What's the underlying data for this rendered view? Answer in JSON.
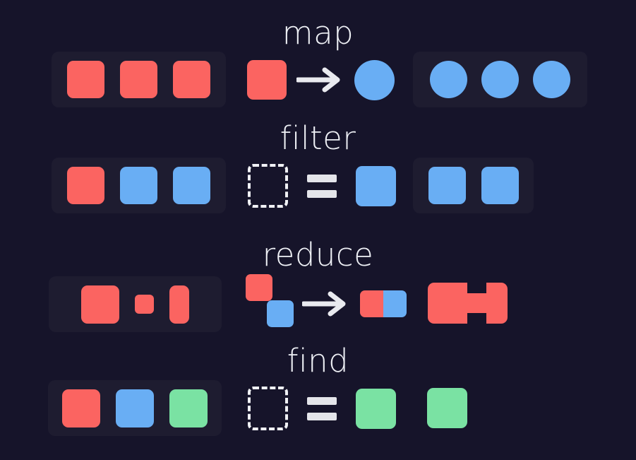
{
  "page": {
    "title": "Array methods illustrated",
    "background_color": "#16142a",
    "panel_color": "#1e1c30",
    "text_color": "#eef0f5"
  },
  "palette": {
    "red": "#fb6461",
    "blue": "#69aef4",
    "green": "#7ae2a3",
    "white": "#e4e5ea"
  },
  "rows": [
    {
      "name": "map",
      "label": "map",
      "input": {
        "has_panel": true,
        "items": [
          {
            "color": "red",
            "shape": "square"
          },
          {
            "color": "red",
            "shape": "square"
          },
          {
            "color": "red",
            "shape": "square"
          }
        ]
      },
      "operation": {
        "kind": "transform",
        "from": {
          "color": "red",
          "shape": "square"
        },
        "glyph": "arrow-right-icon",
        "to": {
          "color": "blue",
          "shape": "circle"
        }
      },
      "output": {
        "has_panel": true,
        "items": [
          {
            "color": "blue",
            "shape": "circle"
          },
          {
            "color": "blue",
            "shape": "circle"
          },
          {
            "color": "blue",
            "shape": "circle"
          }
        ]
      }
    },
    {
      "name": "filter",
      "label": "filter",
      "input": {
        "has_panel": true,
        "items": [
          {
            "color": "red",
            "shape": "square"
          },
          {
            "color": "blue",
            "shape": "square"
          },
          {
            "color": "blue",
            "shape": "square"
          }
        ]
      },
      "operation": {
        "kind": "predicate",
        "from": {
          "color": "none",
          "shape": "dashed-square"
        },
        "glyph": "equals-icon",
        "to": {
          "color": "blue",
          "shape": "square"
        }
      },
      "output": {
        "has_panel": true,
        "items": [
          {
            "color": "blue",
            "shape": "square"
          },
          {
            "color": "blue",
            "shape": "square"
          }
        ]
      }
    },
    {
      "name": "reduce",
      "label": "reduce",
      "input": {
        "has_panel": true,
        "items": [
          {
            "color": "red",
            "shape": "square",
            "size": "large"
          },
          {
            "color": "red",
            "shape": "square",
            "size": "small"
          },
          {
            "color": "red",
            "shape": "square",
            "size": "tall"
          }
        ]
      },
      "operation": {
        "kind": "combine",
        "from": [
          {
            "color": "red",
            "shape": "square"
          },
          {
            "color": "blue",
            "shape": "square"
          }
        ],
        "glyph": "arrow-right-icon",
        "to": [
          {
            "color": "red",
            "shape": "square"
          },
          {
            "color": "blue",
            "shape": "square"
          }
        ]
      },
      "output": {
        "has_panel": false,
        "joined": true,
        "items": [
          {
            "color": "red",
            "shape": "square",
            "size": "large"
          },
          {
            "color": "red",
            "shape": "square",
            "size": "small"
          },
          {
            "color": "red",
            "shape": "square",
            "size": "tall"
          }
        ]
      }
    },
    {
      "name": "find",
      "label": "find",
      "input": {
        "has_panel": true,
        "items": [
          {
            "color": "red",
            "shape": "square"
          },
          {
            "color": "blue",
            "shape": "square"
          },
          {
            "color": "green",
            "shape": "square"
          }
        ]
      },
      "operation": {
        "kind": "predicate",
        "from": {
          "color": "none",
          "shape": "dashed-square"
        },
        "glyph": "equals-icon",
        "to": {
          "color": "green",
          "shape": "square"
        }
      },
      "output": {
        "has_panel": false,
        "items": [
          {
            "color": "green",
            "shape": "square"
          }
        ]
      }
    }
  ]
}
